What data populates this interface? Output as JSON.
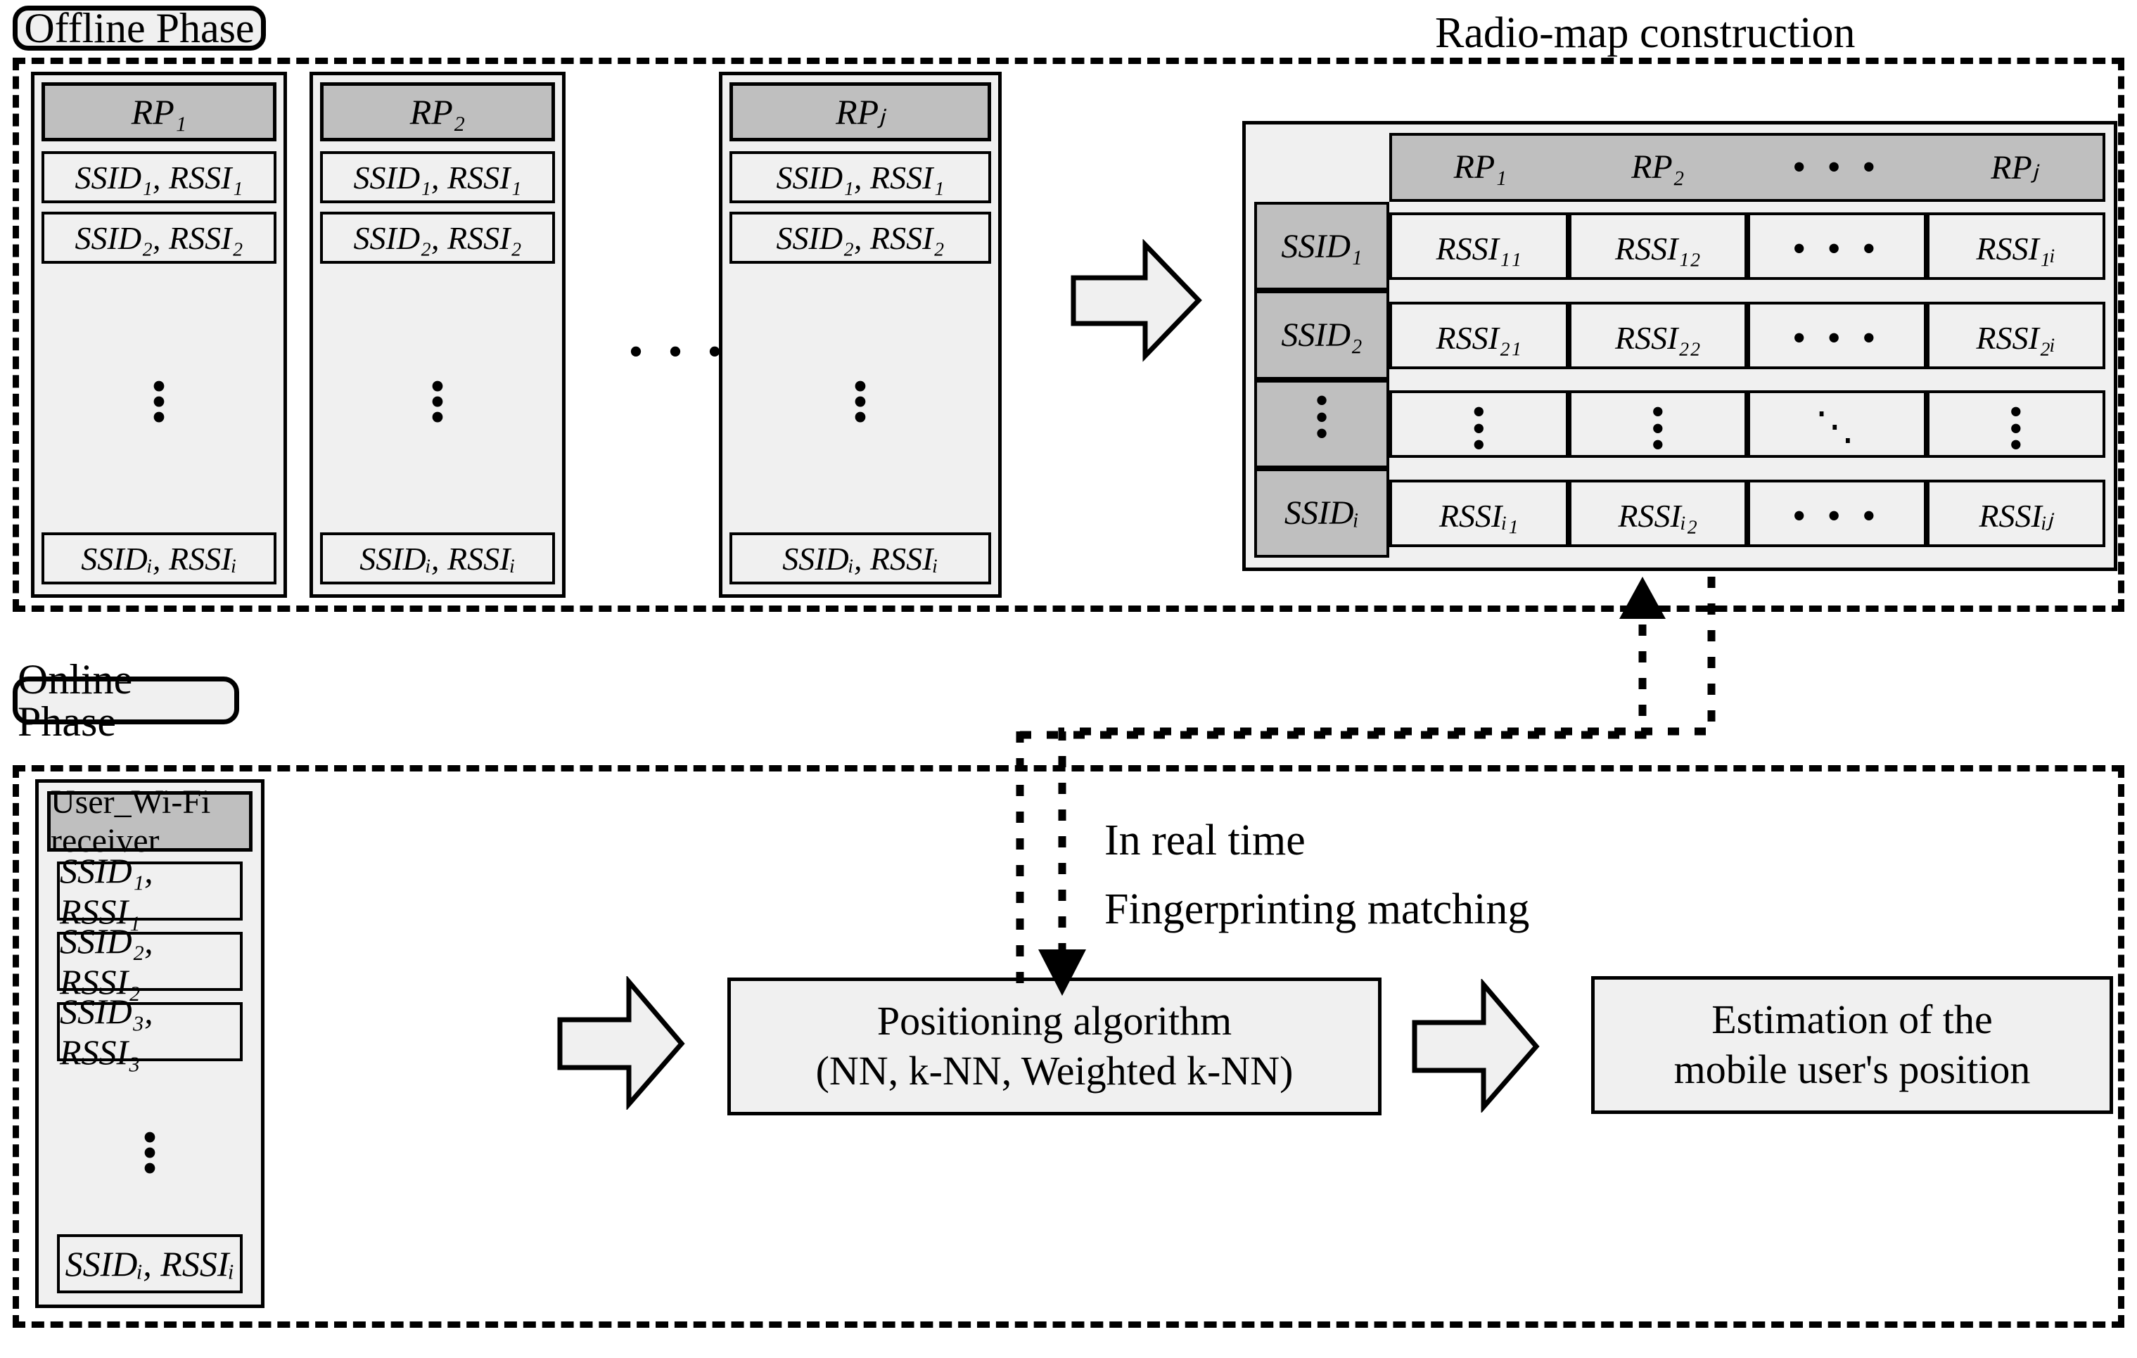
{
  "diagram": {
    "title_offline_phase": "Offline Phase",
    "title_online_phase": "Online Phase",
    "title_radio_map": "Radio-map construction",
    "label_in_real_time": "In real time",
    "label_fingerprinting_matching": "Fingerprinting matching",
    "colors": {
      "header_gray": "#bfbfbf",
      "cell_light": "#f0f0f0",
      "stroke": "#000000",
      "page_background": "#ffffff"
    },
    "glyphs": {
      "ellipsis_horizontal": "• • •",
      "ellipsis_vertical": "⋮",
      "ellipsis_diagonal": "⋱"
    }
  },
  "offline_phase": {
    "rp_columns": [
      {
        "header": "RP₁",
        "rows": [
          "SSID₁, RSSI₁",
          "SSID₂, RSSI₂"
        ],
        "vertical_ellipsis": "⋮",
        "last_row": "SSIDᵢ, RSSIᵢ"
      },
      {
        "header": "RP₂",
        "rows": [
          "SSID₁, RSSI₁",
          "SSID₂, RSSI₂"
        ],
        "vertical_ellipsis": "⋮",
        "last_row": "SSIDᵢ, RSSIᵢ"
      },
      {
        "header": "RPⱼ",
        "rows": [
          "SSID₁, RSSI₁",
          "SSID₂, RSSI₂"
        ],
        "vertical_ellipsis": "⋮",
        "last_row": "SSIDᵢ, RSSIᵢ"
      }
    ],
    "column_gap_ellipsis": "• • •",
    "transform_arrow": "right-arrow"
  },
  "radio_map_table": {
    "corner_cell": "",
    "column_headers": [
      "RP₁",
      "RP₂",
      "• • •",
      "RPⱼ"
    ],
    "row_headers": [
      "SSID₁",
      "SSID₂",
      "⋮",
      "SSIDᵢ"
    ],
    "cells": [
      [
        "RSSI₁₁",
        "RSSI₁₂",
        "• • •",
        "RSSI₁ᵢ"
      ],
      [
        "RSSI₂₁",
        "RSSI₂₂",
        "• • •",
        "RSSI₂ᵢ"
      ],
      [
        "⋮",
        "⋮",
        "⋱",
        "⋮"
      ],
      [
        "RSSIᵢ₁",
        "RSSIᵢ₂",
        "• • •",
        "RSSIᵢⱼ"
      ]
    ]
  },
  "online_phase": {
    "user_card": {
      "header": "User_Wi-Fi receiver",
      "rows": [
        "SSID₁, RSSI₁",
        "SSID₂, RSSI₂",
        "SSID₃, RSSI₃"
      ],
      "vertical_ellipsis": "⋮",
      "last_row": "SSIDᵢ, RSSIᵢ"
    },
    "positioning_algorithm": {
      "line1": "Positioning algorithm",
      "line2": "(NN, k-NN, Weighted k-NN)"
    },
    "estimation": {
      "line1": "Estimation of the",
      "line2": "mobile user's position"
    },
    "arrow_to_algorithm": "right-arrow",
    "arrow_to_estimation": "right-arrow"
  }
}
